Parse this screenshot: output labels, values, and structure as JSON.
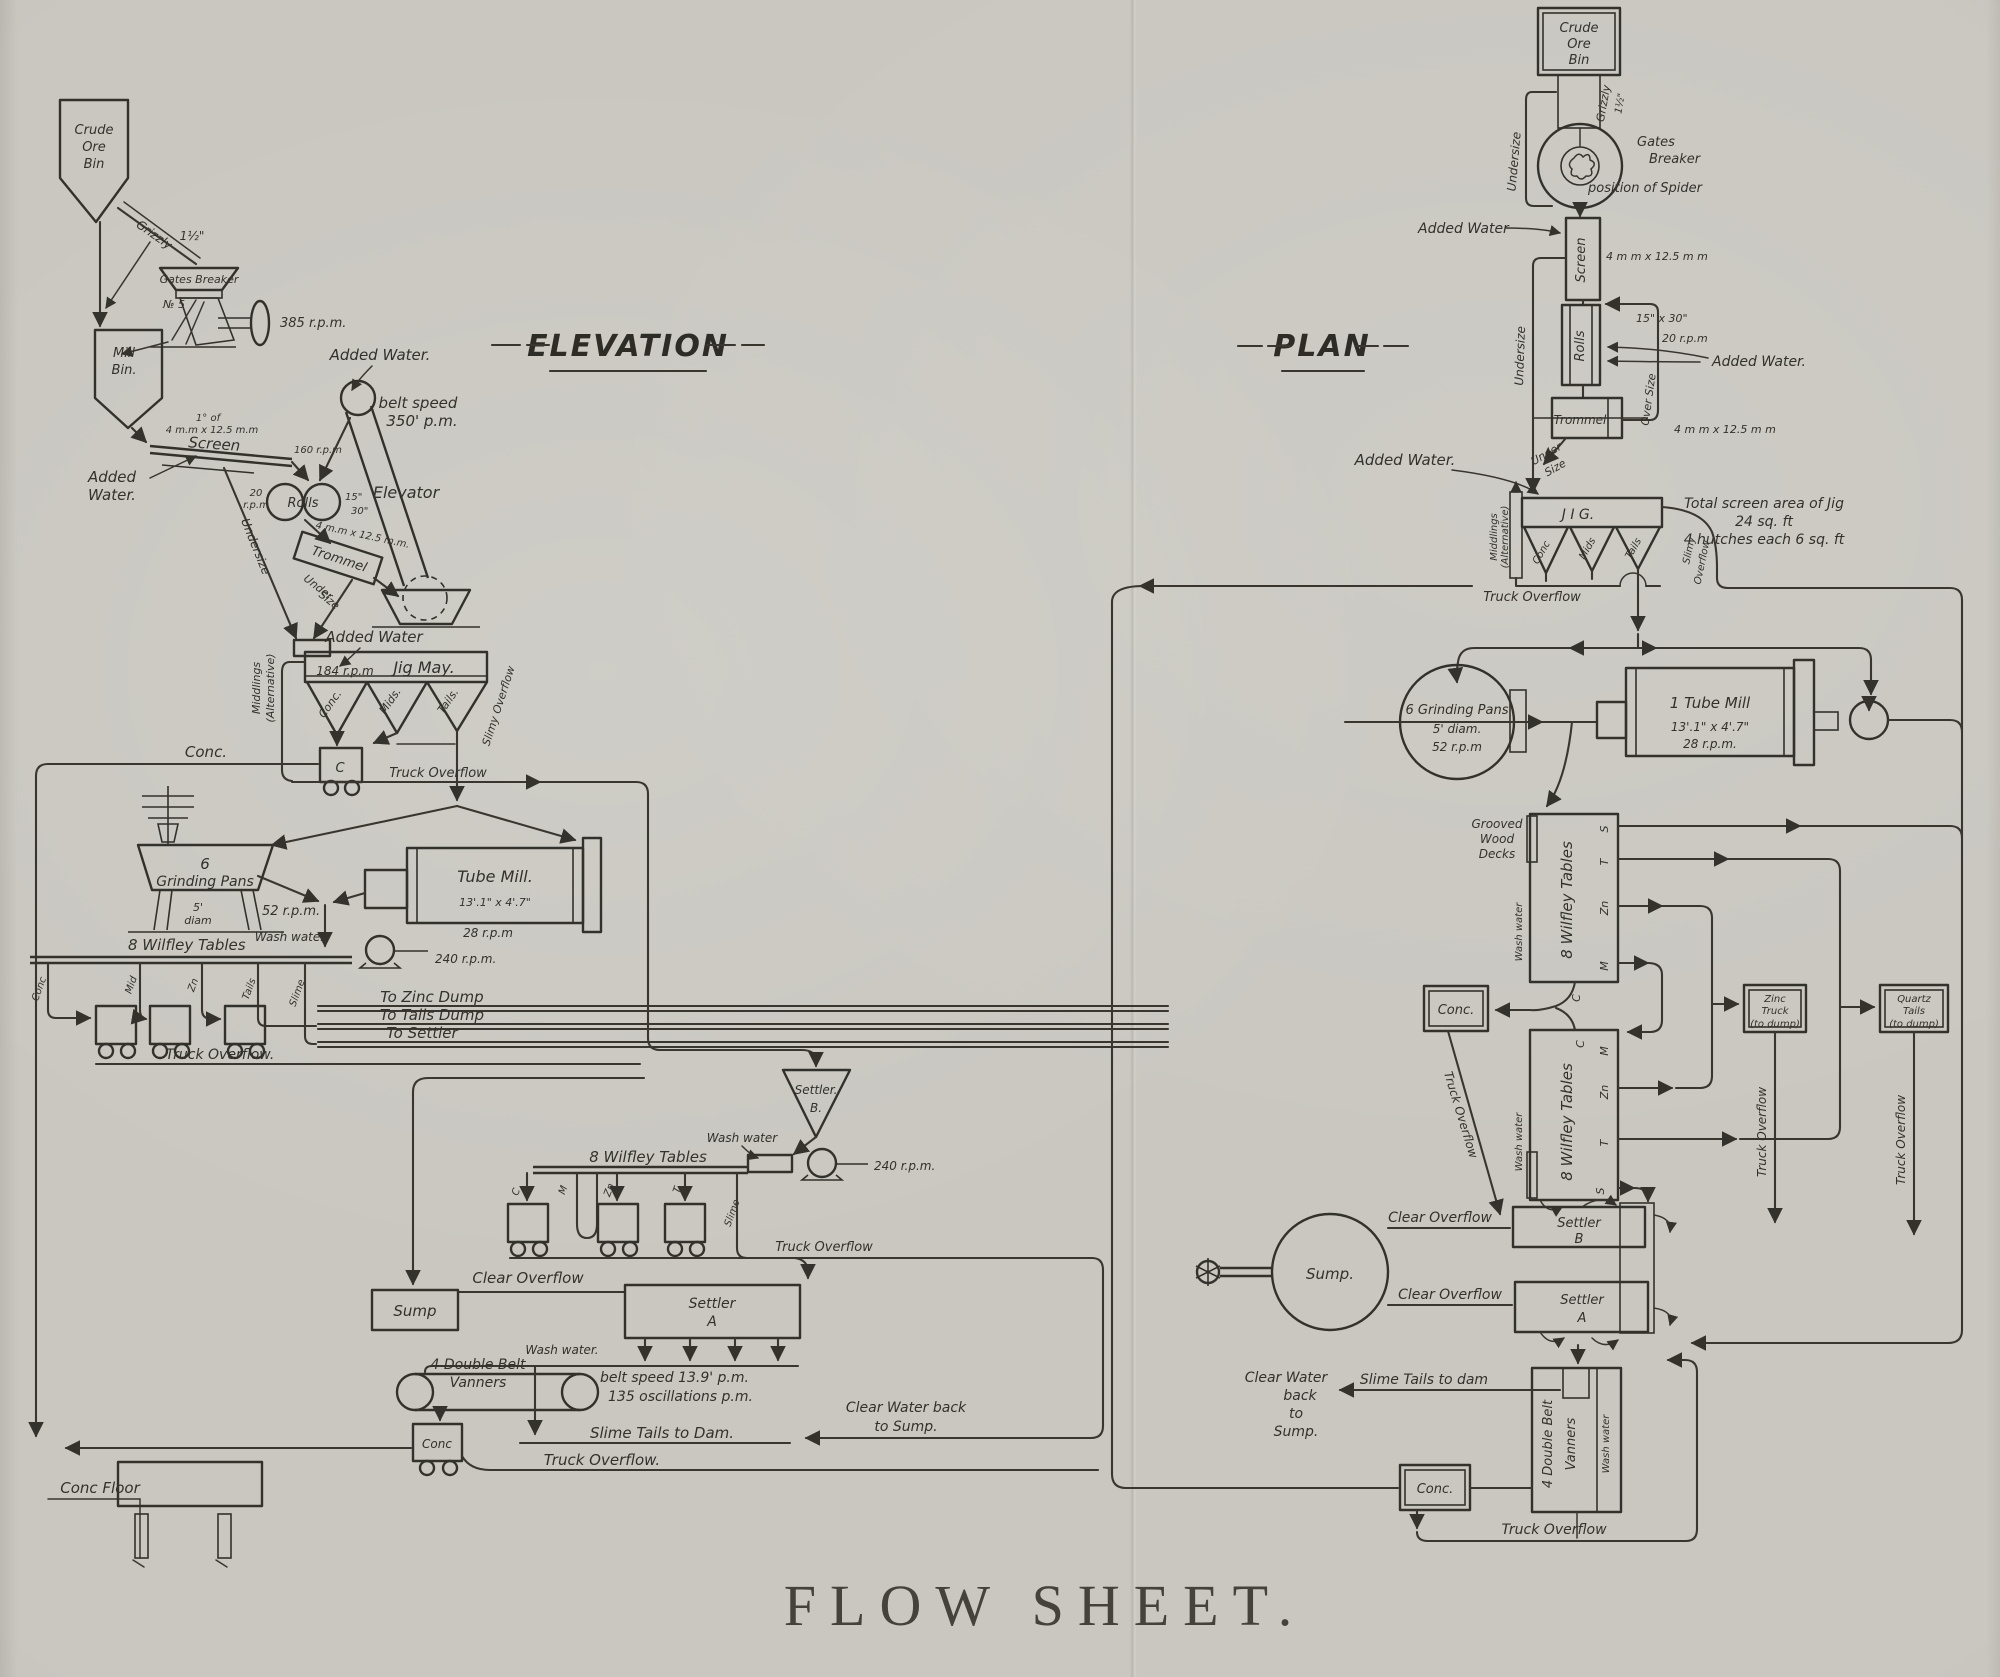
{
  "titles": {
    "elevation": "ELEVATION",
    "plan": "PLAN",
    "flow_sheet": "FLOW  SHEET."
  },
  "elev": {
    "bin": [
      "Crude",
      "Ore",
      "Bin"
    ],
    "grizzly": "Grizzly",
    "grizzly_size": "1½\"",
    "breaker": "Gates Breaker",
    "breaker_no": "№ 5",
    "breaker_rpm": "385 r.p.m.",
    "mill_bin": [
      "Mill",
      "Bin."
    ],
    "added_water_top": "Added Water.",
    "belt_speed": [
      "belt speed",
      "350' p.m."
    ],
    "elevator": "Elevator",
    "screen": [
      "1° of",
      "4 m.m x 12.5 m.m",
      "Screen"
    ],
    "screen_rpm": "160 r.p.m",
    "added_water_screen": [
      "Added",
      "Water."
    ],
    "rolls": "Rolls",
    "rolls_rpm": [
      "20",
      "r.p.m"
    ],
    "rolls_dims": [
      "15\"",
      "30\""
    ],
    "trommel": "Trommel",
    "trommel_size": "4 m.m x 12.5 m.m.",
    "undersize": "Undersize",
    "under_size": [
      "Under",
      "Size"
    ],
    "added_water_jig": "Added Water",
    "jig_rpm": "184 r.p.m",
    "jig_name": "Jig   May.",
    "jig_hutches": [
      "Conc.",
      "Mids.",
      "Tails."
    ],
    "middlings": [
      "Middlings",
      "(Alternative)"
    ],
    "slimy_overflow": "Slimy Overflow",
    "conc": "Conc.",
    "truck_c": "C",
    "truck_overflow1": "Truck   Overflow",
    "pans": [
      "6",
      "Grinding Pans",
      "5'",
      "diam"
    ],
    "pans_rpm": "52 r.p.m.",
    "tube_mill": [
      "Tube  Mill.",
      "13'.1\"  x  4'.7\"",
      "28 r.p.m"
    ],
    "wash_water1": "Wash water",
    "tables1": "8 Wilfley Tables",
    "tables1_rpm": "240 r.p.m.",
    "cols1": [
      "Conc",
      "Mid",
      "Zn",
      "Tails",
      "Slime"
    ],
    "to_zinc": "To  Zinc  Dump",
    "to_tails": "To  Tails  Dump",
    "to_settler": "To  Settler",
    "truck_overflow2": "Truck Overflow.",
    "settler_b": [
      "Settler.",
      "B."
    ],
    "wash_water2": "Wash water",
    "tables2": "8 Wilfley Tables",
    "tables2_rpm": "240 r.p.m.",
    "cols2": [
      "C",
      "M",
      "Zn",
      "T",
      "Slime"
    ],
    "truck_overflow3": "Truck Overflow",
    "clear_overflow": "Clear Overflow",
    "sump": "Sump",
    "settler_a": [
      "Settler",
      "A"
    ],
    "wash_water3": "Wash water.",
    "vanners": [
      "4 Double Belt",
      "Vanners"
    ],
    "vanners_speed": [
      "belt speed 13.9' p.m.",
      "135 oscillations p.m."
    ],
    "conc_truck": "Conc",
    "slime_tails": "Slime  Tails  to  Dam.",
    "clear_water": [
      "Clear Water back",
      "to Sump."
    ],
    "truck_overflow4": "Truck Overflow.",
    "conc_floor": "Conc Floor"
  },
  "plan": {
    "bin": [
      "Crude",
      "Ore",
      "Bin"
    ],
    "grizzly": "Grizzly",
    "grizzly_size": "1½\"",
    "undersize1": "Undersize",
    "breaker": [
      "Gates",
      "Breaker"
    ],
    "spider": "position of Spider",
    "added_water_screen": "Added Water",
    "screen": "Screen",
    "screen_size": "4 m m x 12.5 m m",
    "rolls": "Rolls",
    "rolls_dims": "15\" x 30\"",
    "rolls_rpm": "20 r.p.m",
    "added_water_rolls": "Added Water.",
    "over_size": "Over Size",
    "trommel": "Trommel",
    "trommel_size": "4 m m x 12.5 m m",
    "under_size": [
      "Under",
      "Size"
    ],
    "undersize2": "Undersize",
    "added_water_jig": "Added Water.",
    "jig": "J I G.",
    "jig_hutches": [
      "Conc",
      "Mids",
      "Tails"
    ],
    "middlings": [
      "Middlings",
      "(Alternative)"
    ],
    "slimy_overflow": [
      "Slimy",
      "Overflow"
    ],
    "jig_note": [
      "Total screen area of Jig",
      "24 sq. ft",
      "4 hutches each 6 sq. ft"
    ],
    "truck_overflow1": "Truck Overflow",
    "pans": [
      "6 Grinding Pans",
      "5' diam.",
      "52 r.p.m"
    ],
    "tube_mill": [
      "1 Tube Mill",
      "13'.1\" x 4'.7\"",
      "28 r.p.m."
    ],
    "grooved": [
      "Grooved",
      "Wood",
      "Decks"
    ],
    "tables1": "8 Wilfley Tables",
    "wash_water1": "Wash water",
    "cols1": [
      "S",
      "T",
      "Zn",
      "M"
    ],
    "c1": "C",
    "conc_box": "Conc.",
    "truck_overflow_conc": "Truck Overflow",
    "tables2": "8 Wilfley Tables",
    "wash_water2": "Wash water",
    "cols2": [
      "C",
      "M",
      "Zn",
      "T",
      "S"
    ],
    "zinc_truck": [
      "Zinc",
      "Truck",
      "(to dump)"
    ],
    "quartz_tails": [
      "Quartz",
      "Tails",
      "(to dump)"
    ],
    "truck_overflow_zinc": "Truck Overflow",
    "truck_overflow_quartz": "Truck Overflow",
    "settler_b": [
      "Settler",
      "B"
    ],
    "settler_a": [
      "Settler",
      "A"
    ],
    "clear_overflow1": "Clear Overflow",
    "clear_overflow2": "Clear Overflow",
    "sump": "Sump.",
    "clear_water": [
      "Clear Water",
      "back",
      "to",
      "Sump."
    ],
    "slime_tails": "Slime Tails to dam",
    "vanners": [
      "4 Double Belt",
      "Vanners"
    ],
    "wash_water3": "Wash water",
    "conc_box2": "Conc.",
    "truck_overflow2": "Truck Overflow"
  }
}
